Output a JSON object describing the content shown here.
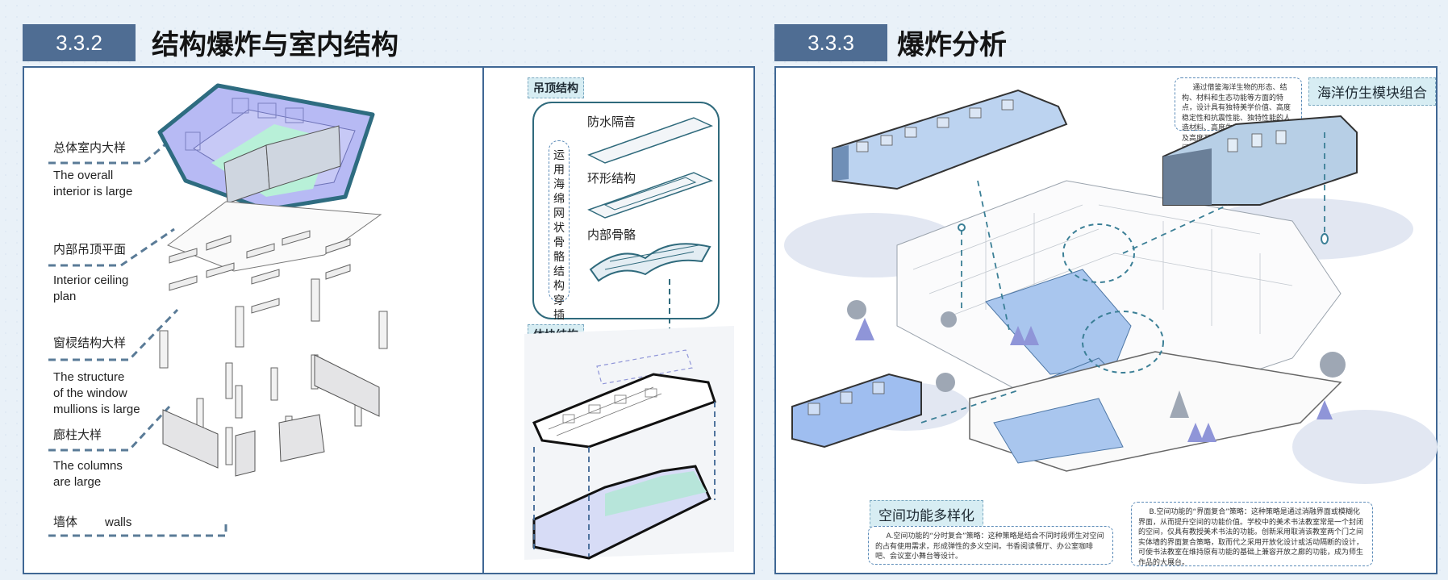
{
  "left_section": {
    "number": "3.3.2",
    "title": "结构爆炸与室内结构",
    "labels": [
      {
        "zh": "总体室内大样",
        "en": "The overall\ninterior is large"
      },
      {
        "zh": "内部吊顶平面",
        "en": "Interior ceiling\n plan"
      },
      {
        "zh": "窗棂结构大样",
        "en": "The structure\nof the window\nmullions is large"
      },
      {
        "zh": "廊柱大样",
        "en": "The columns\nare large"
      },
      {
        "zh": "墙体",
        "en": "walls"
      }
    ],
    "ceiling_tag": "吊顶结构",
    "ceiling_vertical": "运用海绵网状骨骼结构穿插",
    "ceiling_layers": [
      "防水隔音",
      "环形结构",
      "内部骨骼"
    ],
    "block_tag": "体块结构"
  },
  "right_section": {
    "number": "3.3.3",
    "title": "爆炸分析",
    "tag_marine": "海洋仿生模块组合",
    "tag_space": "空间功能多样化",
    "note_top": "通过借鉴海洋生物的形态、结构、材料和生态功能等方面的特点，设计具有独特美学价值、高度稳定性和抗震性能、独特性能的人造材料、高度生态性和可持续性以及高度互动性和情感化的室内空间。",
    "note_a": "A.空间功能的“分时复合”策略：这种策略是结合不同时段师生对空间的占有使用需求，形成弹性的多义空间。书香阅读餐厅、办公室咖啡吧、会议室小舞台等设计。",
    "note_b": "B.空间功能的“界面复合”策略：这种策略是通过消融界面或模糊化界面，从而提升空间的功能价值。学校中的美术书法教室常是一个封闭的空间，仅具有教授美术书法的功能。创新采用取消该教室两个门之间实体墙的界面复合策略，取而代之采用开放化设计或活动隔断的设计，可使书法教室在维持原有功能的基础上兼容开放之廊的功能，成为师生作品的大展台。"
  },
  "colors": {
    "header_block": "#4f6d93",
    "panel_border": "#3f6794",
    "accent_blue": "#8fb4e0",
    "highlight_purple": "#bfc4f5",
    "highlight_mint": "#b6f0da",
    "dash_line": "#4d7f99"
  }
}
